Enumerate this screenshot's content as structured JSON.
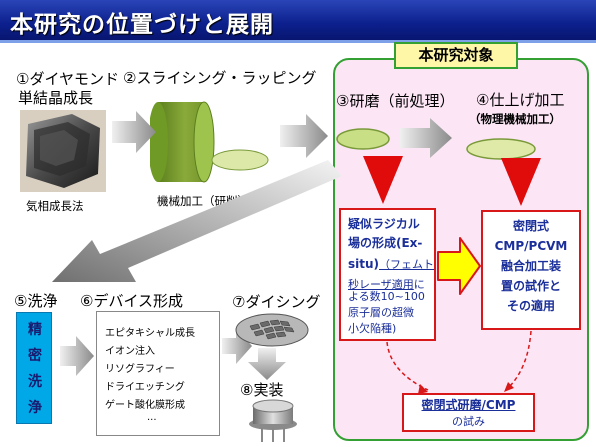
{
  "title": "本研究の位置づけと展開",
  "scope_label": "本研究対象",
  "steps": {
    "s1_line1": "①ダイヤモンド",
    "s1_line2": "単結晶成長",
    "s1_method": "気相成長法",
    "s2": "②スライシング・ラッピング",
    "s2_method": "機械加工（研削）",
    "s3": "③研磨（前処理）",
    "s4": "④仕上げ加工",
    "s4_sub": "（物理機械加工）",
    "s5": "⑤洗浄",
    "s6": "⑥デバイス形成",
    "s7": "⑦ダイシング",
    "s8": "⑧実装"
  },
  "box1": {
    "l1": "疑似ラジカル",
    "l2": "場の形成(Ex-",
    "l3": "situ)",
    "l3b": "（フェムト",
    "l4": "秒レーザ適用",
    "l4b": "に",
    "l5": "よる数10~100",
    "l6": "原子層の超微",
    "l7": "小欠陥種)"
  },
  "box2": {
    "l1": "密閉式",
    "l2": "CMP/PCVM",
    "l3": "融合加工装",
    "l4": "置の試作と",
    "l5": "その適用"
  },
  "box3": {
    "l1": "密閉式研磨/CMP",
    "l2": "の試み"
  },
  "seimitsu": [
    "精",
    "密",
    "洗",
    "浄"
  ],
  "process_items": [
    "エピタキシャル成長",
    "イオン注入",
    "リソグラフィー",
    "ドライエッチング",
    "ゲート酸化膜形成",
    "..."
  ],
  "colors": {
    "title_bg": "#0c1f8c",
    "scope_bg": "#fce6f6",
    "scope_border": "#34a034",
    "red": "#d81818",
    "text_blue": "#1b2f9a",
    "yellow_arrow": "#ffff00",
    "wash_blue": "#00a8e8"
  }
}
